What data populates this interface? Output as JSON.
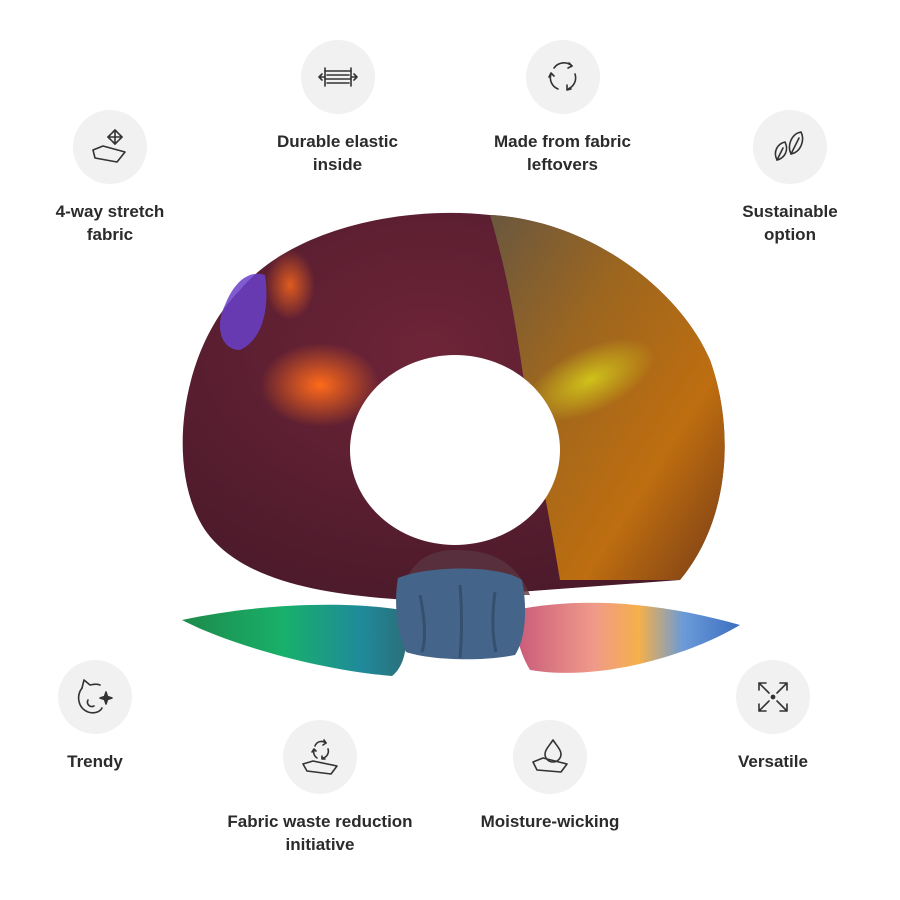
{
  "features": [
    {
      "id": "stretch",
      "label": "4-way stretch\nfabric",
      "icon": "stretch-arrows-icon"
    },
    {
      "id": "elastic",
      "label": "Durable elastic\ninside",
      "icon": "elastic-band-icon"
    },
    {
      "id": "leftovers",
      "label": "Made from fabric\nleftovers",
      "icon": "recycle-arrows-icon"
    },
    {
      "id": "sustainable",
      "label": "Sustainable\noption",
      "icon": "leaves-icon"
    },
    {
      "id": "trendy",
      "label": "Trendy",
      "icon": "cat-sparkle-icon"
    },
    {
      "id": "waste",
      "label": "Fabric waste reduction\ninitiative",
      "icon": "recycle-fabric-icon"
    },
    {
      "id": "moisture",
      "label": "Moisture-wicking",
      "icon": "water-drop-icon"
    },
    {
      "id": "versatile",
      "label": "Versatile",
      "icon": "expand-arrows-icon"
    }
  ],
  "product": {
    "name_icon": "scrunchie-image"
  },
  "colors": {
    "icon_bg": "#f1f1f1",
    "label_text": "#2b2b2b",
    "icon_stroke": "#333333"
  }
}
